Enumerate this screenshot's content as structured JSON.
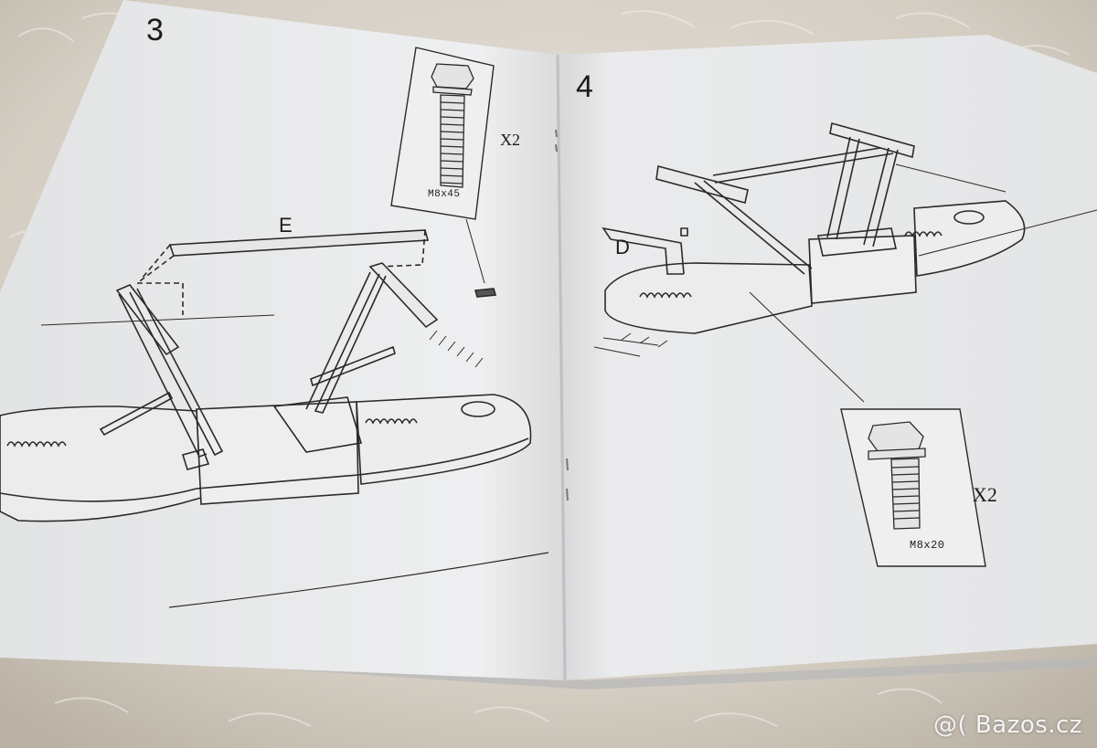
{
  "colors": {
    "fur_background": "#d8d2c8",
    "paper": "#eceded",
    "paper_shadow": "#d4d5d6",
    "line_art": "#2a2a2a"
  },
  "left_page": {
    "step_number": "3",
    "part_label": "E",
    "bolt": {
      "quantity": "X2",
      "size": "M8x45",
      "icon": "hex-bolt-icon"
    }
  },
  "right_page": {
    "step_number": "4",
    "part_label": "D",
    "bolt": {
      "quantity": "X2",
      "size": "M8x20",
      "icon": "hex-bolt-icon"
    }
  },
  "watermark": "@( Bazos.cz"
}
